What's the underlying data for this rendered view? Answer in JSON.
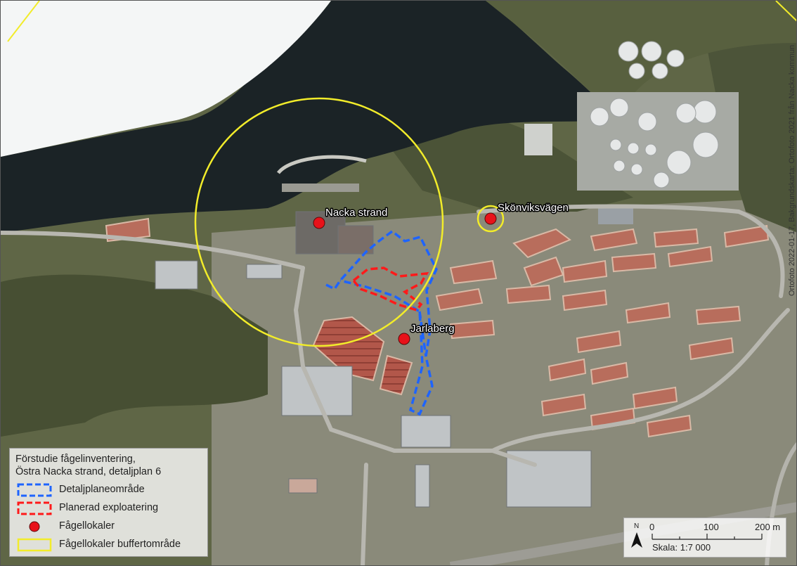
{
  "map": {
    "sites": [
      {
        "name": "Nacka strand"
      },
      {
        "name": "Skönviksvägen"
      },
      {
        "name": "Jarlaberg"
      }
    ]
  },
  "legend": {
    "title_line1": "Förstudie fågelinventering,",
    "title_line2": "Östra Nacka strand, detaljplan 6",
    "items": [
      {
        "label": "Detaljplaneområde",
        "color": "#1e64ff"
      },
      {
        "label": "Planerad exploatering",
        "color": "#ff1a1a"
      },
      {
        "label": "Fågellokaler",
        "color": "#e8121a"
      },
      {
        "label": "Fågellokaler buffertområde",
        "color": "#f2ec2a"
      }
    ]
  },
  "scalebar": {
    "north": "N",
    "ticks": [
      "0",
      "100",
      "200 m"
    ],
    "scale_text": "Skala: 1:7 000"
  },
  "credit": "Ortofoto 2022-01-17, Bakgrundskarta: Ortofoto 2021 från Nacka kommun"
}
